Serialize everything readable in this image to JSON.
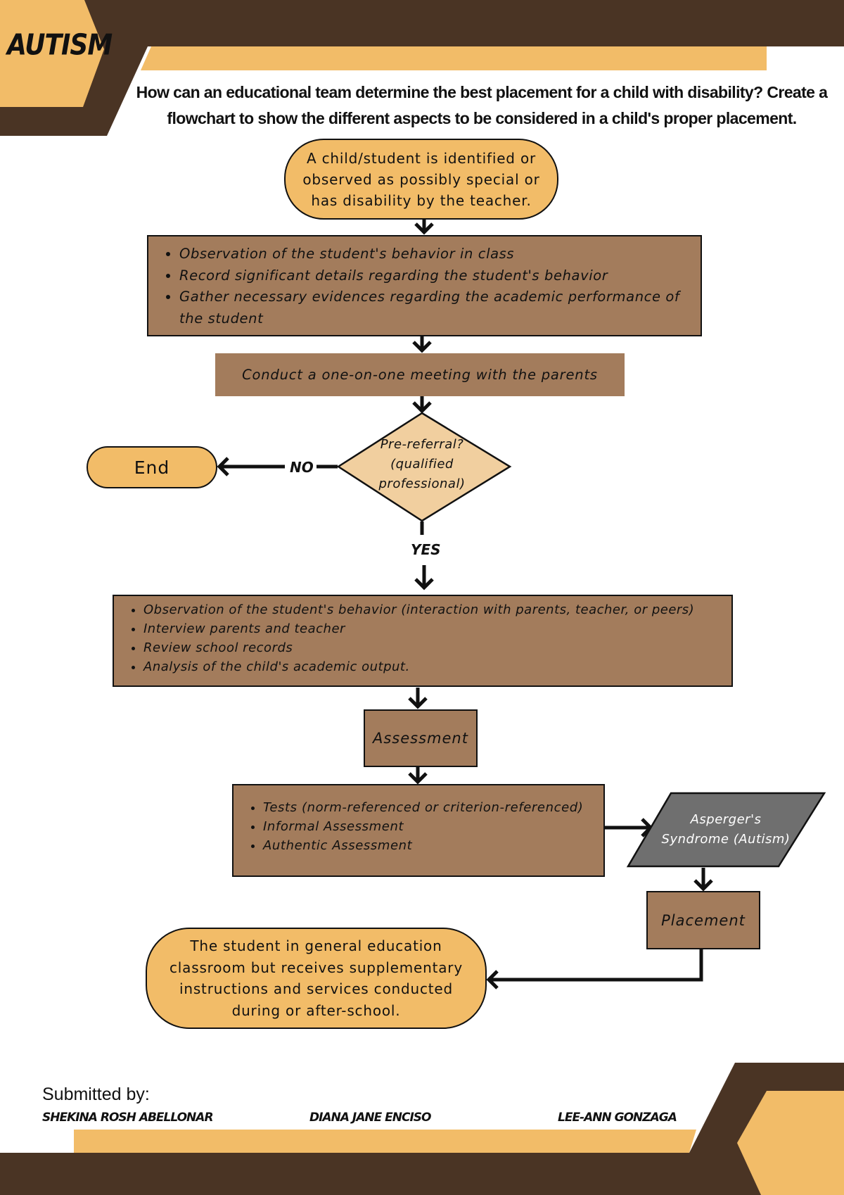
{
  "header": {
    "tag": "AUTISM",
    "question": "How can an educational team determine the best placement for a child with disability? Create a flowchart to show the different aspects to be considered in a child's proper placement."
  },
  "colors": {
    "dark_brown": "#4a3424",
    "gold": "#f2bc68",
    "brown_box": "#a37c5c",
    "diamond": "#f1cf9f",
    "gray": "#6f6f6f"
  },
  "flow": {
    "start": "A child/student is identified or observed as possibly special or has disability by the teacher.",
    "observe_items": [
      "Observation of the student's behavior in class",
      "Record significant details regarding the student's behavior",
      "Gather necessary evidences regarding the academic performance of the student"
    ],
    "meeting": "Conduct a one-on-one meeting with the parents",
    "decision": "Pre-referral? (qualified professional)",
    "no_label": "NO",
    "yes_label": "YES",
    "end": "End",
    "referral_items": [
      "Observation of the student's behavior (interaction with parents, teacher, or peers)",
      "Interview parents and teacher",
      "Review school records",
      "Analysis of the child's academic output."
    ],
    "assessment": "Assessment",
    "assessment_items": [
      "Tests (norm-referenced or criterion-referenced)",
      "Informal Assessment",
      "Authentic Assessment"
    ],
    "diagnosis": "Asperger's Syndrome (Autism)",
    "placement": "Placement",
    "outcome": "The student in general education classroom but receives supplementary instructions and services conducted during or after-school."
  },
  "footer": {
    "submitted_label": "Submitted by:",
    "authors": [
      "SHEKINA ROSH ABELLONAR",
      "DIANA JANE ENCISO",
      "LEE-ANN GONZAGA"
    ]
  }
}
